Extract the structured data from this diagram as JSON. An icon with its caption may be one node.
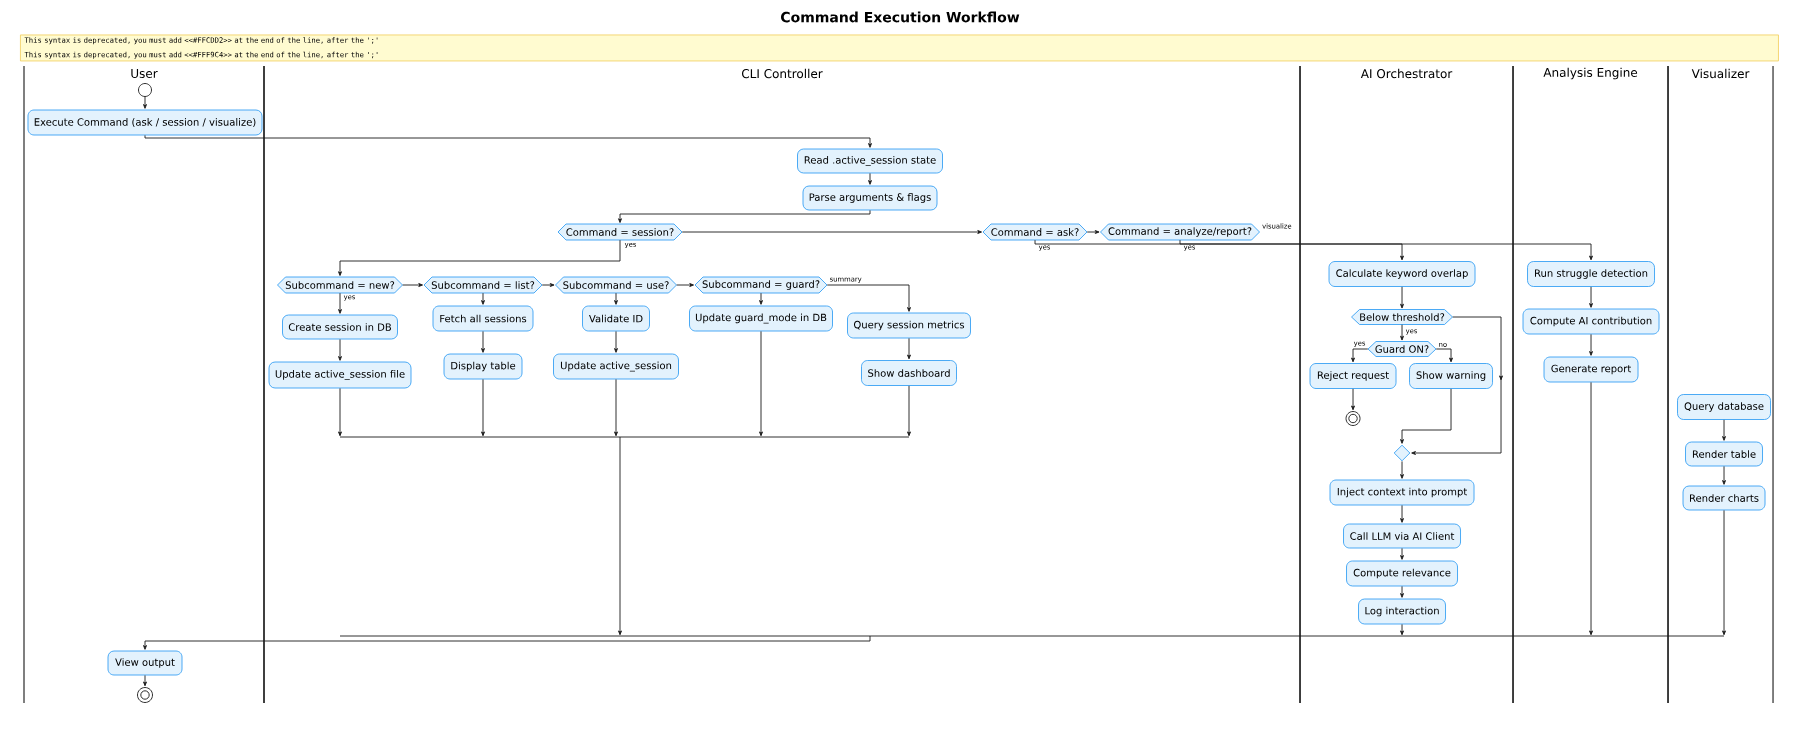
{
  "diagram": {
    "title": "Command Execution Workflow",
    "nodes": [
      {
        "text": [
          "This syntax is deprecated, you must add <<#FFCDD2>> at the end of the line, after the ';'",
          "This syntax is deprecated, you must add <<#FFF9C4>> at the end of the line, after the ';'"
        ]
      },
      {
        "text": [
          "User"
        ]
      },
      {
        "text": [],
        "shape": "circle",
        "in": 1
      },
      {
        "text": [
          "Execute Command (ask / session / visualize)"
        ],
        "in": 1
      },
      {
        "text": [
          "View output"
        ],
        "in": 1
      },
      {
        "text": [],
        "shape": "circle",
        "in": 1
      },
      {
        "text": [
          "CLI Controller"
        ]
      },
      {
        "text": [
          "Read .active_session state"
        ],
        "in": 6
      },
      {
        "text": [
          "Parse arguments & flags"
        ],
        "in": 6
      },
      {
        "text": [
          "Command = session?"
        ],
        "in": 6
      },
      {
        "text": [
          "Command = ask?"
        ],
        "in": 6
      },
      {
        "text": [
          "Command = analyze/report?"
        ],
        "in": 6,
        "beside": [
          "visualize"
        ]
      },
      {
        "text": [
          "Subcommand = new?"
        ],
        "in": 6
      },
      {
        "text": [
          "Subcommand = list?"
        ],
        "in": 6
      },
      {
        "text": [
          "Subcommand = use?"
        ],
        "in": 6
      },
      {
        "text": [
          "Subcommand = guard?"
        ],
        "in": 6
      },
      {
        "text": [
          "Create session in DB"
        ],
        "in": 6
      },
      {
        "text": [
          "Fetch all sessions"
        ],
        "in": 6
      },
      {
        "text": [
          "Validate ID"
        ],
        "in": 6
      },
      {
        "text": [
          "Update guard_mode in DB"
        ],
        "in": 6
      },
      {
        "text": [
          "Query session metrics"
        ],
        "in": 6
      },
      {
        "text": [
          "Update active_session file"
        ],
        "in": 6
      },
      {
        "text": [
          "Display table"
        ],
        "in": 6
      },
      {
        "text": [
          "Update active_session"
        ],
        "in": 6
      },
      {
        "text": [
          "Show dashboard"
        ],
        "in": 6
      },
      {
        "text": [
          "AI Orchestrator"
        ]
      },
      {
        "text": [
          "Calculate keyword overlap"
        ],
        "in": 25
      },
      {
        "text": [
          "Below threshold?"
        ],
        "in": 25
      },
      {
        "text": [
          "Guard ON?"
        ],
        "in": 25
      },
      {
        "text": [
          "Reject request"
        ],
        "in": 25
      },
      {
        "text": [
          "Show warning"
        ],
        "in": 25
      },
      {
        "text": [],
        "shape": "circle",
        "in": 25
      },
      {
        "text": [],
        "shape": "diamond",
        "in": 25
      },
      {
        "text": [
          "Inject context into prompt"
        ],
        "in": 25
      },
      {
        "text": [
          "Call LLM via AI Client"
        ],
        "in": 25
      },
      {
        "text": [
          "Compute relevance"
        ],
        "in": 25
      },
      {
        "text": [
          "Log interaction"
        ],
        "in": 25
      },
      {
        "text": [
          "Analysis Engine"
        ]
      },
      {
        "text": [
          "Run struggle detection"
        ],
        "in": 37
      },
      {
        "text": [
          "Compute AI contribution"
        ],
        "in": 37
      },
      {
        "text": [
          "Generate report"
        ],
        "in": 37
      },
      {
        "text": [
          "Visualizer"
        ]
      },
      {
        "text": [
          "Query database"
        ],
        "in": 41
      },
      {
        "text": [
          "Render table"
        ],
        "in": 41
      },
      {
        "text": [
          "Render charts"
        ],
        "in": 41
      }
    ],
    "edges": [
      {
        "from": 2,
        "to": 3,
        "arrow": "to"
      },
      {
        "from": 3,
        "to": 7,
        "arrow": "to"
      },
      {
        "from": 7,
        "to": 8,
        "arrow": "to"
      },
      {
        "from": 8,
        "to": 9,
        "arrow": "to"
      },
      {
        "from": 9,
        "to": 10,
        "arrow": "to"
      },
      {
        "from": 10,
        "to": 11,
        "arrow": "to"
      },
      {
        "from": 9,
        "to": 12,
        "arrow": "to",
        "label": "yes"
      },
      {
        "from": 12,
        "to": 13,
        "arrow": "to"
      },
      {
        "from": 13,
        "to": 14,
        "arrow": "to"
      },
      {
        "from": 14,
        "to": 15,
        "arrow": "to"
      },
      {
        "from": 15,
        "to": 20,
        "arrow": "to",
        "label": "summary"
      },
      {
        "from": 12,
        "to": 16,
        "arrow": "to",
        "label": "yes"
      },
      {
        "from": 13,
        "to": 17,
        "arrow": "to"
      },
      {
        "from": 14,
        "to": 18,
        "arrow": "to"
      },
      {
        "from": 15,
        "to": 19,
        "arrow": "to"
      },
      {
        "from": 16,
        "to": 21,
        "arrow": "to"
      },
      {
        "from": 17,
        "to": 22,
        "arrow": "to"
      },
      {
        "from": 18,
        "to": 23,
        "arrow": "to"
      },
      {
        "from": 20,
        "to": 24,
        "arrow": "to"
      },
      {
        "from": 21,
        "to": 4,
        "arrow": "to"
      },
      {
        "from": 22,
        "to": 4,
        "arrow": "to"
      },
      {
        "from": 23,
        "to": 4,
        "arrow": "to"
      },
      {
        "from": 19,
        "to": 4,
        "arrow": "to"
      },
      {
        "from": 24,
        "to": 4,
        "arrow": "to"
      },
      {
        "from": 10,
        "to": 26,
        "arrow": "to",
        "label": "yes"
      },
      {
        "from": 11,
        "to": 38,
        "arrow": "to",
        "label": "yes"
      },
      {
        "from": 26,
        "to": 27,
        "arrow": "to"
      },
      {
        "from": 27,
        "to": 28,
        "arrow": "to",
        "label": "yes"
      },
      {
        "from": 27,
        "to": 32,
        "arrow": "to"
      },
      {
        "from": 28,
        "to": 29,
        "arrow": "to",
        "label": "yes"
      },
      {
        "from": 28,
        "to": 30,
        "arrow": "to",
        "label": "no"
      },
      {
        "from": 29,
        "to": 31,
        "arrow": "to"
      },
      {
        "from": 30,
        "to": 32,
        "arrow": "to"
      },
      {
        "from": 32,
        "to": 33,
        "arrow": "to"
      },
      {
        "from": 33,
        "to": 34,
        "arrow": "to"
      },
      {
        "from": 34,
        "to": 35,
        "arrow": "to"
      },
      {
        "from": 35,
        "to": 36,
        "arrow": "to"
      },
      {
        "from": 36,
        "to": 4,
        "arrow": "to"
      },
      {
        "from": 38,
        "to": 39,
        "arrow": "to"
      },
      {
        "from": 39,
        "to": 40,
        "arrow": "to"
      },
      {
        "from": 40,
        "to": 4,
        "arrow": "to"
      },
      {
        "from": 42,
        "to": 43,
        "arrow": "to"
      },
      {
        "from": 43,
        "to": 44,
        "arrow": "to"
      },
      {
        "from": 44,
        "to": 4,
        "arrow": "to"
      },
      {
        "from": 4,
        "to": 5,
        "arrow": "to"
      }
    ]
  }
}
